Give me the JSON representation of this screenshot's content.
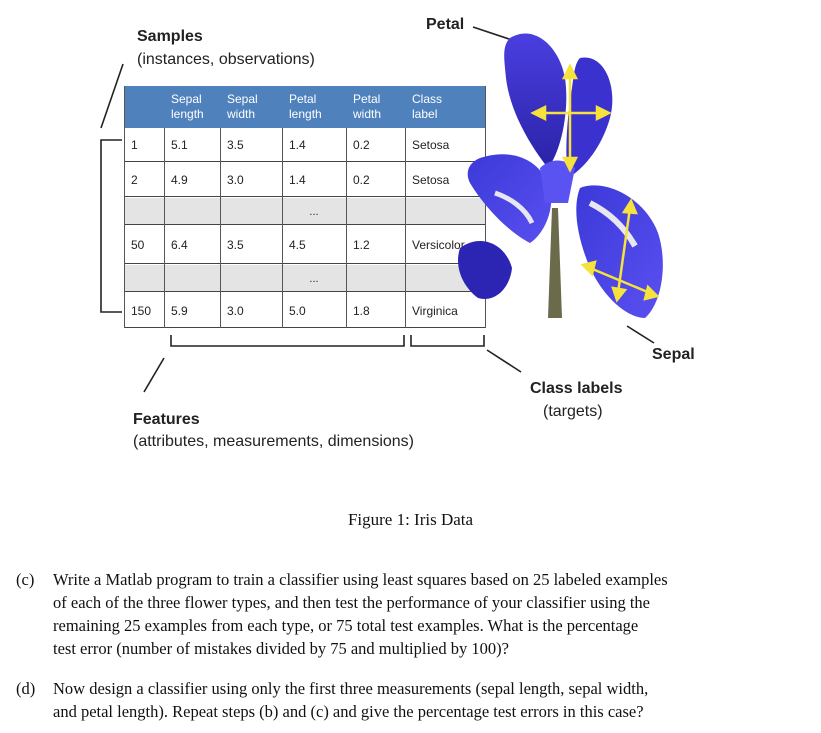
{
  "labels": {
    "samples_title": "Samples",
    "samples_sub": "(instances, observations)",
    "petal": "Petal",
    "sepal": "Sepal",
    "class_labels_title": "Class labels",
    "class_labels_sub": "(targets)",
    "features_title": "Features",
    "features_sub": "(attributes, measurements, dimensions)"
  },
  "table": {
    "headers": [
      "",
      "Sepal\nlength",
      "Sepal\nwidth",
      "Petal\nlength",
      "Petal\nwidth",
      "Class\nlabel"
    ],
    "rows": [
      [
        "1",
        "5.1",
        "3.5",
        "1.4",
        "0.2",
        "Setosa"
      ],
      [
        "2",
        "4.9",
        "3.0",
        "1.4",
        "0.2",
        "Setosa"
      ],
      [
        "50",
        "6.4",
        "3.5",
        "4.5",
        "1.2",
        "Versicolor"
      ],
      [
        "150",
        "5.9",
        "3.0",
        "5.0",
        "1.8",
        "Virginica"
      ]
    ],
    "ellipsis": "..."
  },
  "colors": {
    "header_bg": "#4f81bd",
    "separator_bg": "#e4e4e4",
    "flower_blue": "#3d33d6",
    "arrow_yellow": "#f5e23c"
  },
  "caption": "Figure 1: Iris Data",
  "questions": [
    {
      "tag": "(c)",
      "lines": [
        "Write a Matlab program to train a classifier using least squares based on 25 labeled examples",
        "of each of the three flower types, and then test the performance of your classifier using the",
        "remaining 25 examples from each type, or 75 total test examples.  What is the percentage",
        "test error (number of mistakes divided by 75 and multiplied by 100)?"
      ]
    },
    {
      "tag": "(d)",
      "lines": [
        "Now design a classifier using only the first three measurements (sepal length, sepal width,",
        "and petal length).  Repeat steps (b) and (c) and give the percentage test errors in this case?"
      ]
    }
  ]
}
